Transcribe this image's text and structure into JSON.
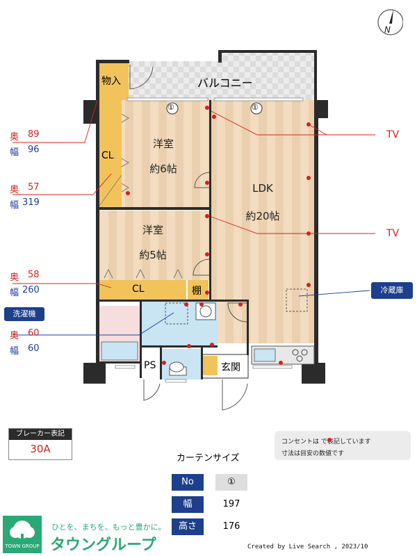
{
  "compass": {
    "label": "N"
  },
  "rooms": {
    "storage": "物入",
    "balcony": "バルコニー",
    "western1_name": "洋室",
    "western1_size": "約6帖",
    "western2_name": "洋室",
    "western2_size": "約5帖",
    "ldk_name": "LDK",
    "ldk_size": "約20帖",
    "cl_vertical": "CL",
    "cl_horizontal": "CL",
    "shelf": "棚",
    "ps": "PS",
    "entrance": "玄関"
  },
  "window_marks": {
    "w1": "①",
    "w2": "①"
  },
  "dimensions": [
    {
      "depth_label": "奥",
      "depth": "89",
      "width_label": "幅",
      "width": "96"
    },
    {
      "depth_label": "奥",
      "depth": "57",
      "width_label": "幅",
      "width": "319"
    },
    {
      "depth_label": "奥",
      "depth": "58",
      "width_label": "幅",
      "width": "260"
    },
    {
      "depth_label": "奥",
      "depth": "60",
      "width_label": "幅",
      "width": "60"
    }
  ],
  "badges": {
    "washer": "洗濯機",
    "fridge": "冷蔵庫"
  },
  "tv": {
    "tv1": "TV",
    "tv2": "TV"
  },
  "breaker": {
    "title": "ブレーカー表記",
    "value": "30A"
  },
  "notes": {
    "line1": "コンセントは で表記しています",
    "line2": "寸法は目安の数値です"
  },
  "curtain": {
    "title": "カーテンサイズ",
    "no_label": "No",
    "no_value": "①",
    "width_label": "幅",
    "width_value": "197",
    "height_label": "高さ",
    "height_value": "176"
  },
  "company": {
    "tagline": "ひとを、まちを、もっと豊かに。",
    "name": "タウングループ",
    "logo_text": "TOWN GROUP"
  },
  "credit": "Created by Live Search , 2023/10",
  "colors": {
    "wall": "#2b2b2b",
    "floor_wood": "#f3dcc0",
    "floor_wood_stripe": "#ead0ae",
    "storage": "#f2c35a",
    "bath": "#c9e4f3",
    "outlet": "#d42020",
    "navy": "#1d3f8c",
    "brand_green": "#2aa876"
  }
}
